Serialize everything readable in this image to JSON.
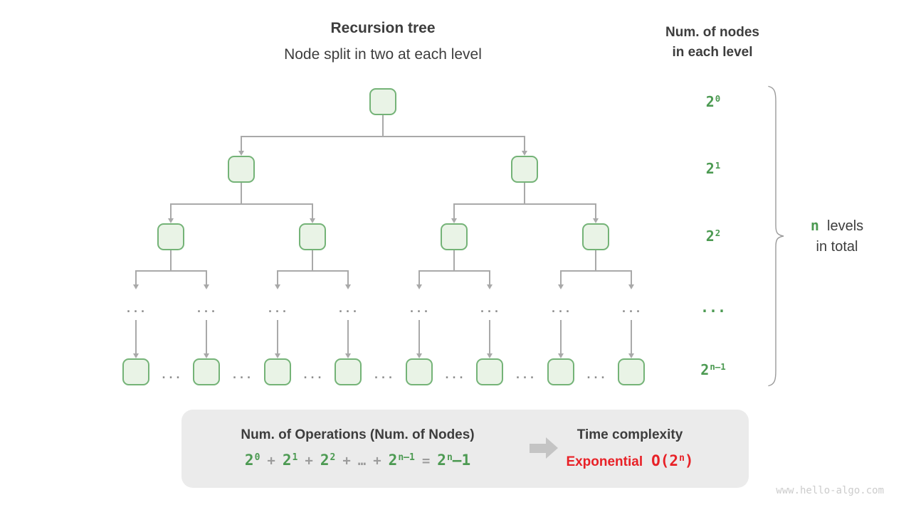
{
  "header": {
    "title": "Recursion tree",
    "subtitle": "Node split in two at each level"
  },
  "right_header": {
    "line1": "Num. of nodes",
    "line2": "in each level"
  },
  "level_labels": [
    {
      "base": "2",
      "sup": "0"
    },
    {
      "base": "2",
      "sup": "1"
    },
    {
      "base": "2",
      "sup": "2"
    },
    {
      "base": "..."
    },
    {
      "base": "2",
      "sup": "n–1"
    }
  ],
  "brace_note": {
    "highlight": "n",
    "line1_rest": "levels",
    "line2": "in total"
  },
  "tree": {
    "levels_node_counts": [
      1,
      2,
      4,
      8
    ],
    "ellipsis": "...",
    "ellipsis_row_count": 8,
    "between_node_ellipsis_count": 7
  },
  "summary_box": {
    "left_title": "Num. of Operations (Num. of Nodes)",
    "formula": [
      {
        "base": "2",
        "sup": "0",
        "color": "green"
      },
      {
        "base": "+",
        "color": "gray"
      },
      {
        "base": "2",
        "sup": "1",
        "color": "green"
      },
      {
        "base": "+",
        "color": "gray"
      },
      {
        "base": "2",
        "sup": "2",
        "color": "green"
      },
      {
        "base": "+",
        "color": "gray"
      },
      {
        "base": "…",
        "color": "gray"
      },
      {
        "base": "+",
        "color": "gray"
      },
      {
        "base": "2",
        "sup": "n–1",
        "color": "green"
      },
      {
        "base": "=",
        "color": "gray"
      },
      {
        "base": "2",
        "sup": "n",
        "suffix": "–1",
        "color": "green"
      }
    ],
    "right_title": "Time complexity",
    "complexity": {
      "word": "Exponential",
      "big_o_open": "O(2",
      "big_o_sup": "n",
      "big_o_close": ")"
    }
  },
  "watermark": "www.hello-algo.com",
  "colors": {
    "green": "#4c9a52",
    "node_border": "#74b377",
    "node_fill": "#e9f3e6",
    "line_gray": "#a9a9a9",
    "text_dark": "#3d3d3d",
    "formula_gray": "#9c9c9c",
    "box_bg": "#ebebeb",
    "red": "#e82127",
    "watermark_gray": "#cccccc",
    "block_arrow": "#c4c4c4"
  }
}
